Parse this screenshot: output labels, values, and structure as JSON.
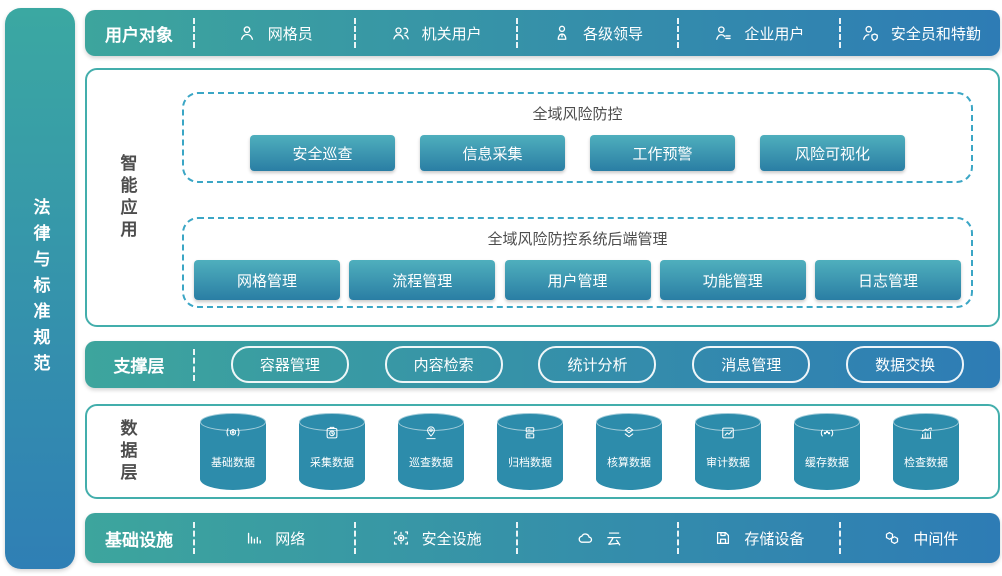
{
  "left_bar": {
    "label": "法律与标准规范"
  },
  "user_layer": {
    "label": "用户对象",
    "items": [
      {
        "label": "网格员",
        "icon": "user-icon"
      },
      {
        "label": "机关用户",
        "icon": "users-icon"
      },
      {
        "label": "各级领导",
        "icon": "leader-icon"
      },
      {
        "label": "企业用户",
        "icon": "enterprise-user-icon"
      },
      {
        "label": "安全员和特勤",
        "icon": "security-officer-icon"
      }
    ]
  },
  "app_layer": {
    "label": "智能应用",
    "groups": [
      {
        "title": "全域风险防控",
        "buttons": [
          "安全巡查",
          "信息采集",
          "工作预警",
          "风险可视化"
        ]
      },
      {
        "title": "全域风险防控系统后端管理",
        "buttons": [
          "网格管理",
          "流程管理",
          "用户管理",
          "功能管理",
          "日志管理"
        ]
      }
    ]
  },
  "support_layer": {
    "label": "支撑层",
    "items": [
      "容器管理",
      "内容检索",
      "统计分析",
      "消息管理",
      "数据交换"
    ]
  },
  "data_layer": {
    "label": "数据层",
    "items": [
      {
        "label": "基础数据",
        "icon": "settings-icon"
      },
      {
        "label": "采集数据",
        "icon": "clipboard-clock-icon"
      },
      {
        "label": "巡查数据",
        "icon": "location-pin-icon"
      },
      {
        "label": "归档数据",
        "icon": "server-stack-icon"
      },
      {
        "label": "核算数据",
        "icon": "layers-icon"
      },
      {
        "label": "审计数据",
        "icon": "line-chart-icon"
      },
      {
        "label": "缓存数据",
        "icon": "cache-dots-icon"
      },
      {
        "label": "检查数据",
        "icon": "bar-chart-icon"
      }
    ]
  },
  "infra_layer": {
    "label": "基础设施",
    "items": [
      {
        "label": "网络",
        "icon": "signal-bars-icon"
      },
      {
        "label": "安全设施",
        "icon": "aperture-gear-icon"
      },
      {
        "label": "云",
        "icon": "cloud-icon"
      },
      {
        "label": "存储设备",
        "icon": "floppy-disk-icon"
      },
      {
        "label": "中间件",
        "icon": "cubes-icon"
      }
    ]
  },
  "colors": {
    "bar_gradient_start": "#3DA59D",
    "bar_gradient_end": "#2E7CB5",
    "sidebar_gradient_start": "#3BA8A2",
    "sidebar_gradient_end": "#2F7FB5",
    "button_gradient_start": "#4FAFBD",
    "button_gradient_end": "#2A7EA4",
    "cylinder_fill": "#2D8CAB",
    "panel_border": "#43AEAC",
    "dashed_border": "#3BA6C5",
    "section_label_text": "#4D4D4D"
  }
}
